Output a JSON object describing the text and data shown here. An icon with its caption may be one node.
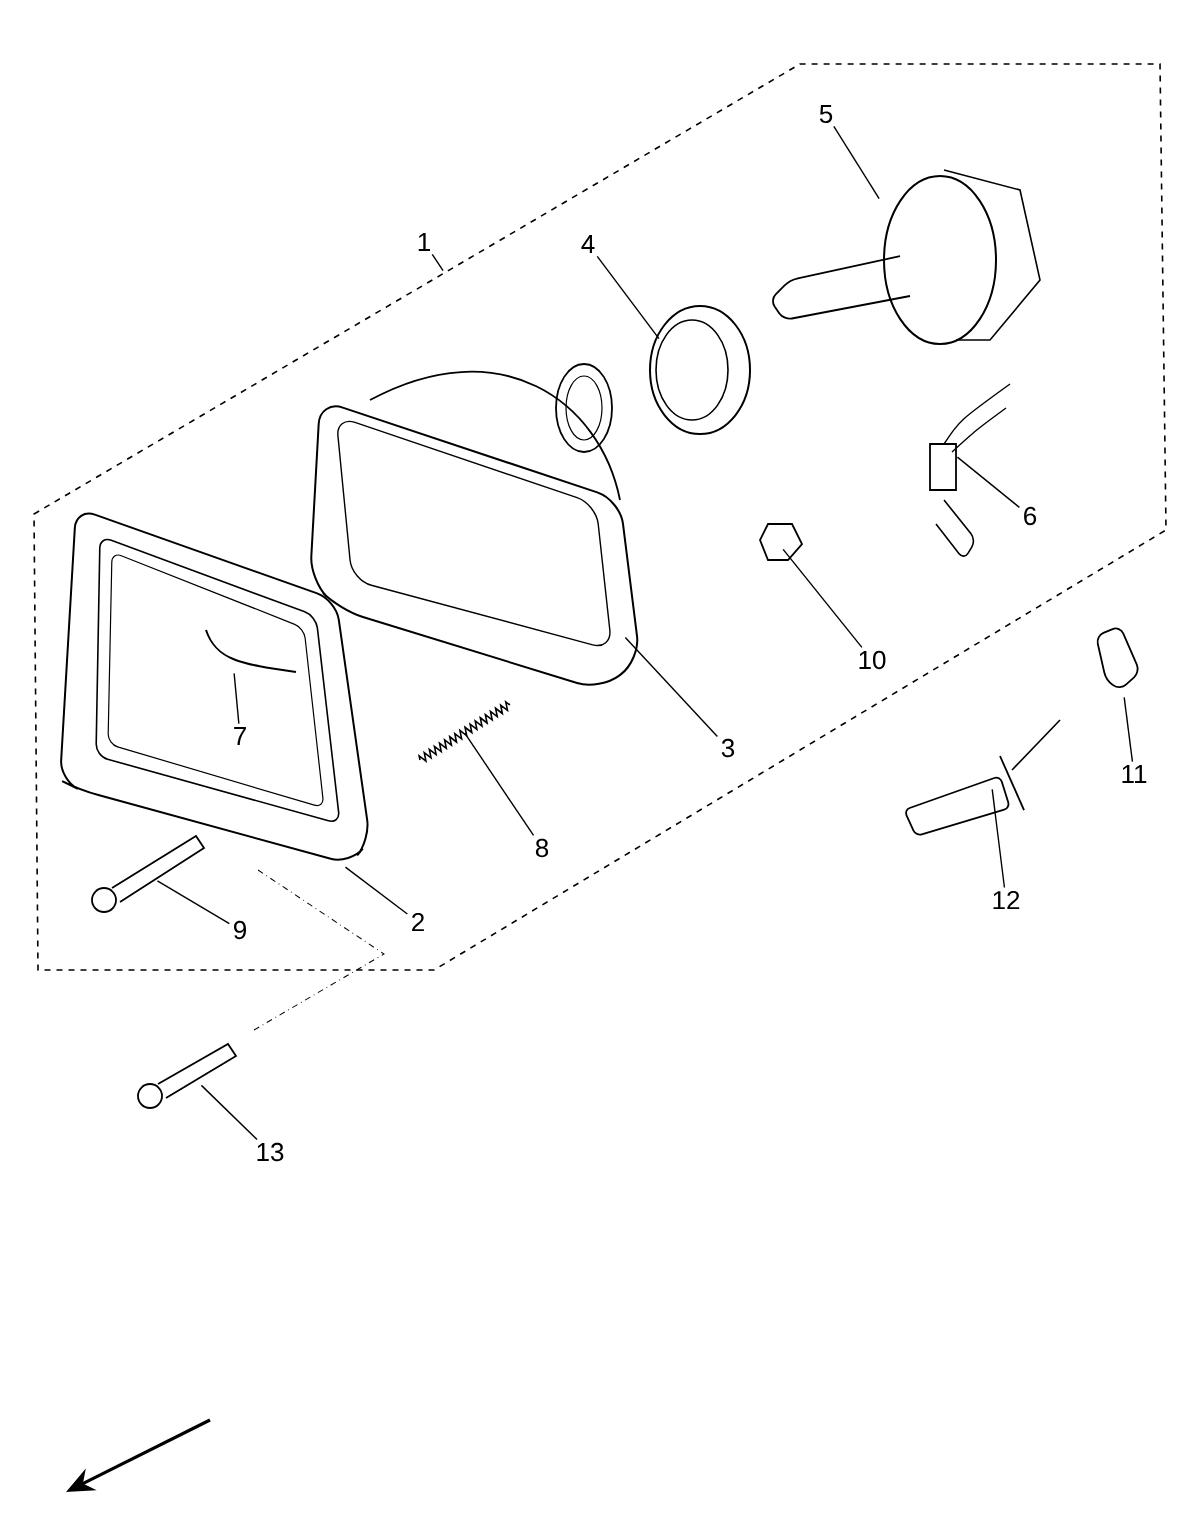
{
  "diagram": {
    "nodes": [
      {
        "text": [
          "1"
        ]
      },
      {
        "text": [],
        "shape": "box"
      },
      {
        "text": [
          "2"
        ],
        "in": 1
      },
      {
        "text": [],
        "shape": "picture",
        "in": 1
      },
      {
        "text": [
          "3"
        ],
        "in": 1
      },
      {
        "text": [],
        "shape": "picture",
        "in": 1
      },
      {
        "text": [
          "4"
        ],
        "in": 1
      },
      {
        "text": [],
        "shape": "picture",
        "in": 1
      },
      {
        "text": [
          "5"
        ],
        "in": 1
      },
      {
        "text": [],
        "shape": "picture",
        "in": 1
      },
      {
        "text": [
          "6"
        ],
        "in": 1
      },
      {
        "text": [],
        "shape": "picture",
        "in": 1
      },
      {
        "text": [
          "7"
        ],
        "in": 3
      },
      {
        "text": [],
        "shape": "picture",
        "in": 3
      },
      {
        "text": [
          "8"
        ],
        "in": 1
      },
      {
        "text": [],
        "shape": "picture",
        "in": 1
      },
      {
        "text": [
          "9"
        ],
        "in": 1
      },
      {
        "text": [],
        "shape": "picture",
        "in": 1
      },
      {
        "text": [
          "10"
        ],
        "in": 1
      },
      {
        "text": [],
        "shape": "picture",
        "in": 1
      },
      {
        "text": [
          "11"
        ]
      },
      {
        "text": [],
        "shape": "picture"
      },
      {
        "text": [
          "12"
        ]
      },
      {
        "text": [],
        "shape": "picture"
      },
      {
        "text": [
          "13"
        ]
      },
      {
        "text": [],
        "shape": "picture"
      }
    ],
    "edges": [
      {
        "from": 0,
        "to": 1,
        "arrow": "none"
      },
      {
        "from": 2,
        "to": 3,
        "arrow": "none"
      },
      {
        "from": 4,
        "to": 5,
        "arrow": "none"
      },
      {
        "from": 6,
        "to": 7,
        "arrow": "none"
      },
      {
        "from": 8,
        "to": 9,
        "arrow": "none"
      },
      {
        "from": 10,
        "to": 11,
        "arrow": "none"
      },
      {
        "from": 12,
        "to": 13,
        "arrow": "none"
      },
      {
        "from": 14,
        "to": 15,
        "arrow": "none"
      },
      {
        "from": 16,
        "to": 17,
        "arrow": "none"
      },
      {
        "from": 18,
        "to": 19,
        "arrow": "none"
      },
      {
        "from": 20,
        "to": 21,
        "arrow": "none"
      },
      {
        "from": 22,
        "to": 23,
        "arrow": "none"
      },
      {
        "from": 24,
        "to": 25,
        "arrow": "none"
      }
    ]
  }
}
